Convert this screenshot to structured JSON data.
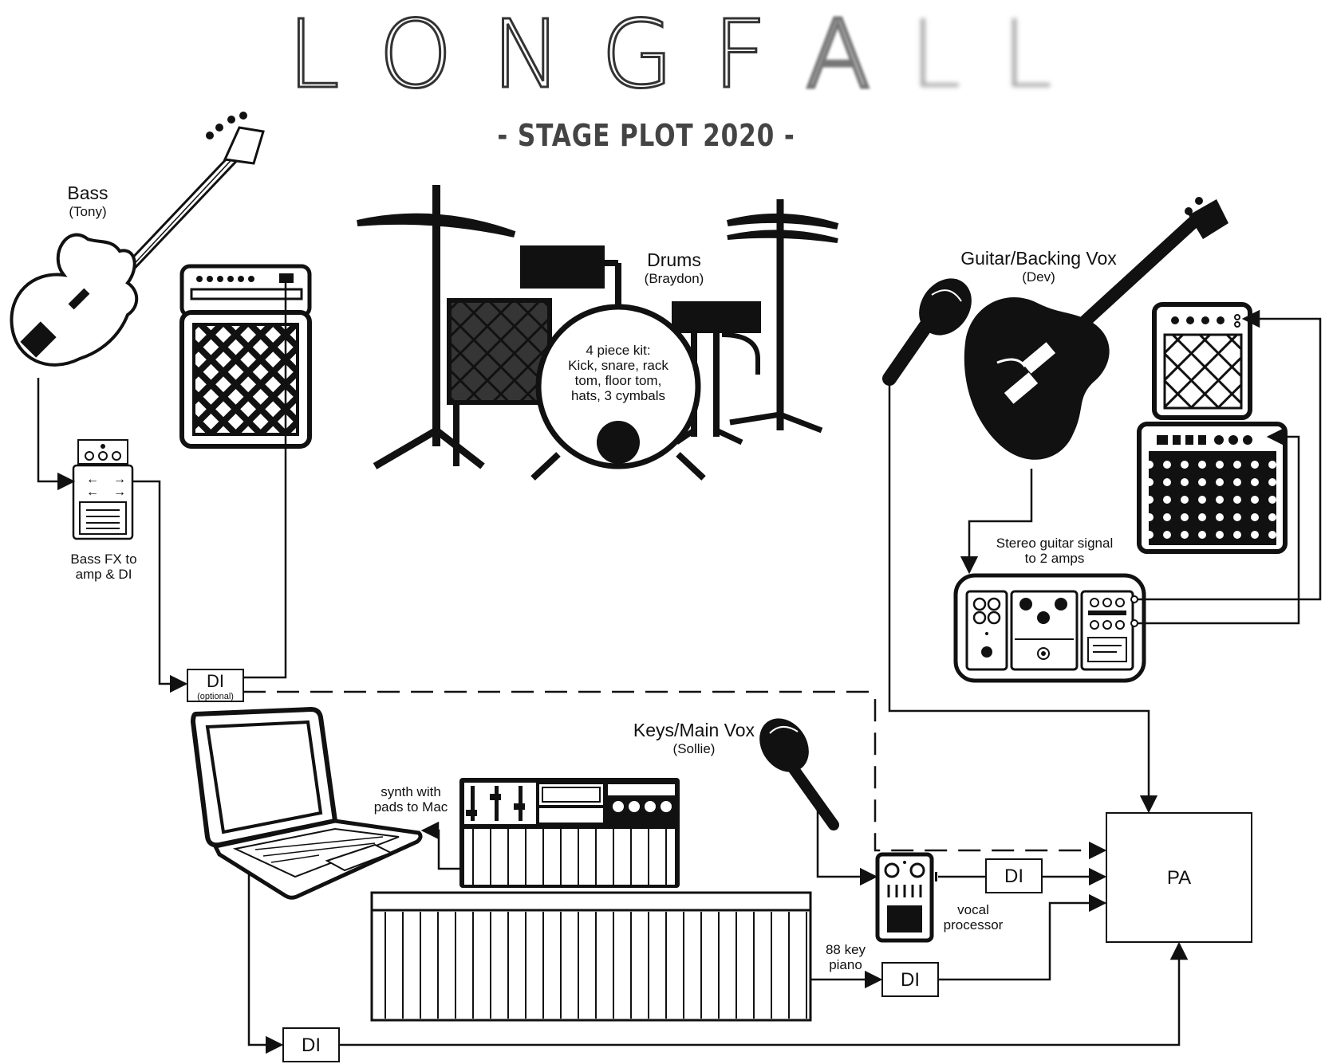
{
  "header": {
    "logo_letters": [
      "L",
      "O",
      "N",
      "G",
      "F",
      "A",
      "L",
      "L"
    ],
    "subtitle": "- STAGE PLOT 2020 -"
  },
  "performers": {
    "bass": {
      "role": "Bass",
      "name": "(Tony)"
    },
    "drums": {
      "role": "Drums",
      "name": "(Braydon)",
      "kit_lines": [
        "4 piece kit:",
        "Kick, snare, rack",
        "tom, floor tom,",
        "hats, 3 cymbals"
      ]
    },
    "guitar": {
      "role": "Guitar/Backing Vox",
      "name": "(Dev)"
    },
    "keys": {
      "role": "Keys/Main Vox",
      "name": "(Sollie)"
    }
  },
  "notes": {
    "bass_fx": [
      "Bass FX to",
      "amp & DI"
    ],
    "stereo_guitar": [
      "Stereo guitar signal",
      "to 2 amps"
    ],
    "synth": [
      "synth with",
      "pads to Mac"
    ],
    "piano": [
      "88 key",
      "piano"
    ],
    "vocal_processor": [
      "vocal",
      "processor"
    ]
  },
  "boxes": {
    "di_bass": {
      "label": "DI",
      "sub": "(optional)"
    },
    "di_vocal": {
      "label": "DI"
    },
    "di_piano": {
      "label": "DI"
    },
    "di_laptop": {
      "label": "DI"
    },
    "pa": {
      "label": "PA"
    }
  }
}
